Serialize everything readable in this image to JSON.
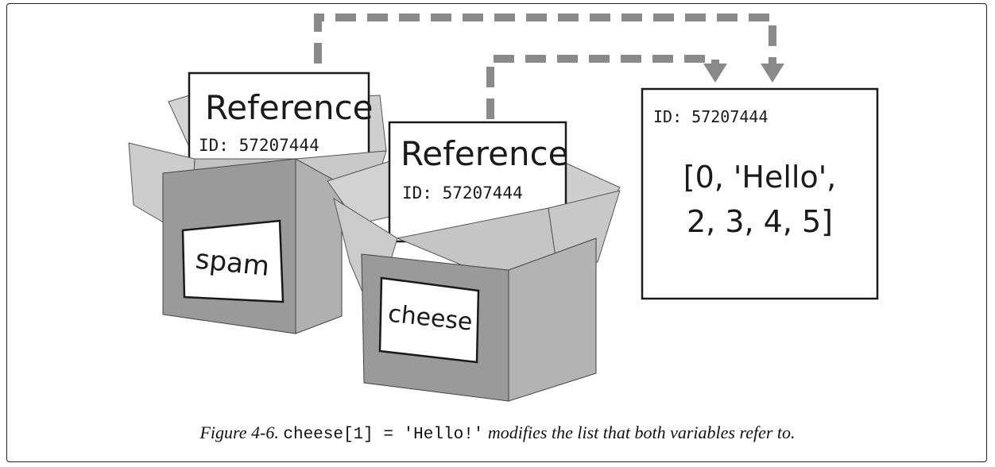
{
  "diagram": {
    "box_spam": {
      "tag_title": "Reference",
      "tag_id": "ID: 57207444",
      "label": "spam"
    },
    "box_cheese": {
      "tag_title": "Reference",
      "tag_id": "ID: 57207444",
      "label": "cheese"
    },
    "list_value": {
      "id": "ID: 57207444",
      "line1": "[0, 'Hello',",
      "line2": "2, 3, 4, 5]"
    }
  },
  "caption": {
    "figure": "Figure 4-6.",
    "code": "cheese[1] = 'Hello!'",
    "text": "modifies the list that both variables refer to."
  },
  "colors": {
    "arrow": "#8a8a8a",
    "box_front": "#9a9a9a",
    "box_side": "#b5b5b5",
    "flap": "#cfcfcf",
    "outline": "#2a2a2a"
  }
}
